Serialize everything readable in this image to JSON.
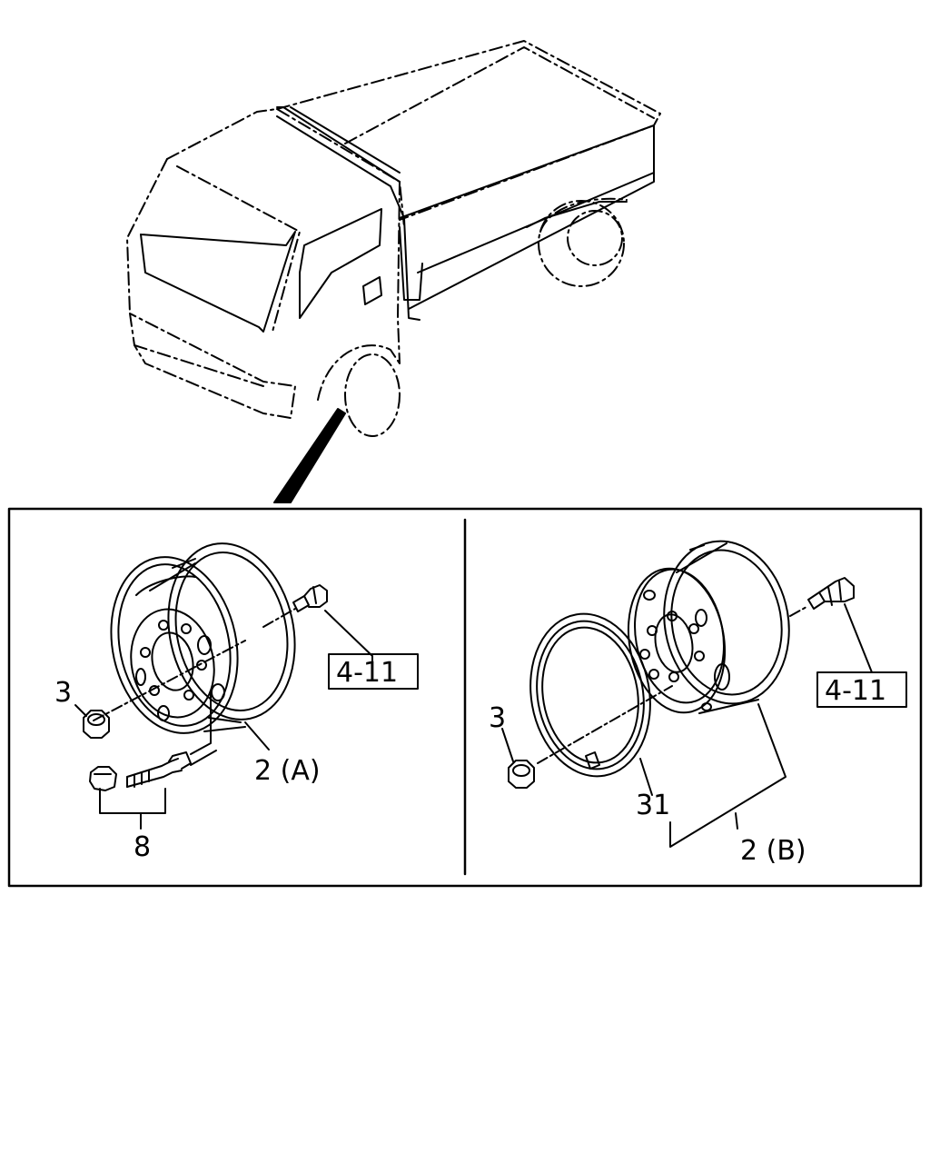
{
  "callouts": {
    "left": {
      "part_3": "3",
      "part_8": "8",
      "part_2a": "2 (A)",
      "ref_box": "4-11"
    },
    "right": {
      "part_3": "3",
      "part_31": "31",
      "part_2b": "2 (B)",
      "ref_box": "4-11"
    }
  },
  "colors": {
    "ink": "#000000",
    "background": "#ffffff"
  }
}
